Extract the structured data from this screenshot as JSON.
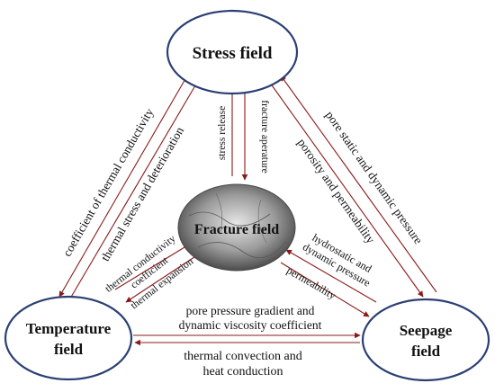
{
  "colors": {
    "node_stroke": "#2b3f73",
    "arrow": "#8a1a1a",
    "fracture_fill_dark": "#3a3a3a",
    "fracture_fill_light": "#d8d8d8"
  },
  "nodes": {
    "stress": "Stress field",
    "fracture": "Fracture field",
    "temperature": [
      "Temperature",
      "field"
    ],
    "seepage": [
      "Seepage",
      "field"
    ]
  },
  "edges": {
    "coef_thermal_conductivity": "coefficient of thermal conductivity",
    "thermal_stress_deterioration": "thermal stress and deterioration",
    "stress_release": "stress release",
    "fracture_aperature": "fracture aperature",
    "pore_static_dynamic": "pore static and dynamic pressure",
    "porosity_permeability": "porosity and permeability",
    "thermal_conductivity_coefficient": [
      "thermal conductivity",
      "coefficient"
    ],
    "thermal_expansion": "thermal expansion",
    "hydrostatic_dynamic": [
      "hydrostatic and",
      "dynamic pressure"
    ],
    "permeability": "permeability",
    "pore_pressure_gradient": [
      "pore pressure gradient and",
      "dynamic viscosity coefficient"
    ],
    "thermal_convection": [
      "thermal convection and",
      "heat conduction"
    ]
  }
}
